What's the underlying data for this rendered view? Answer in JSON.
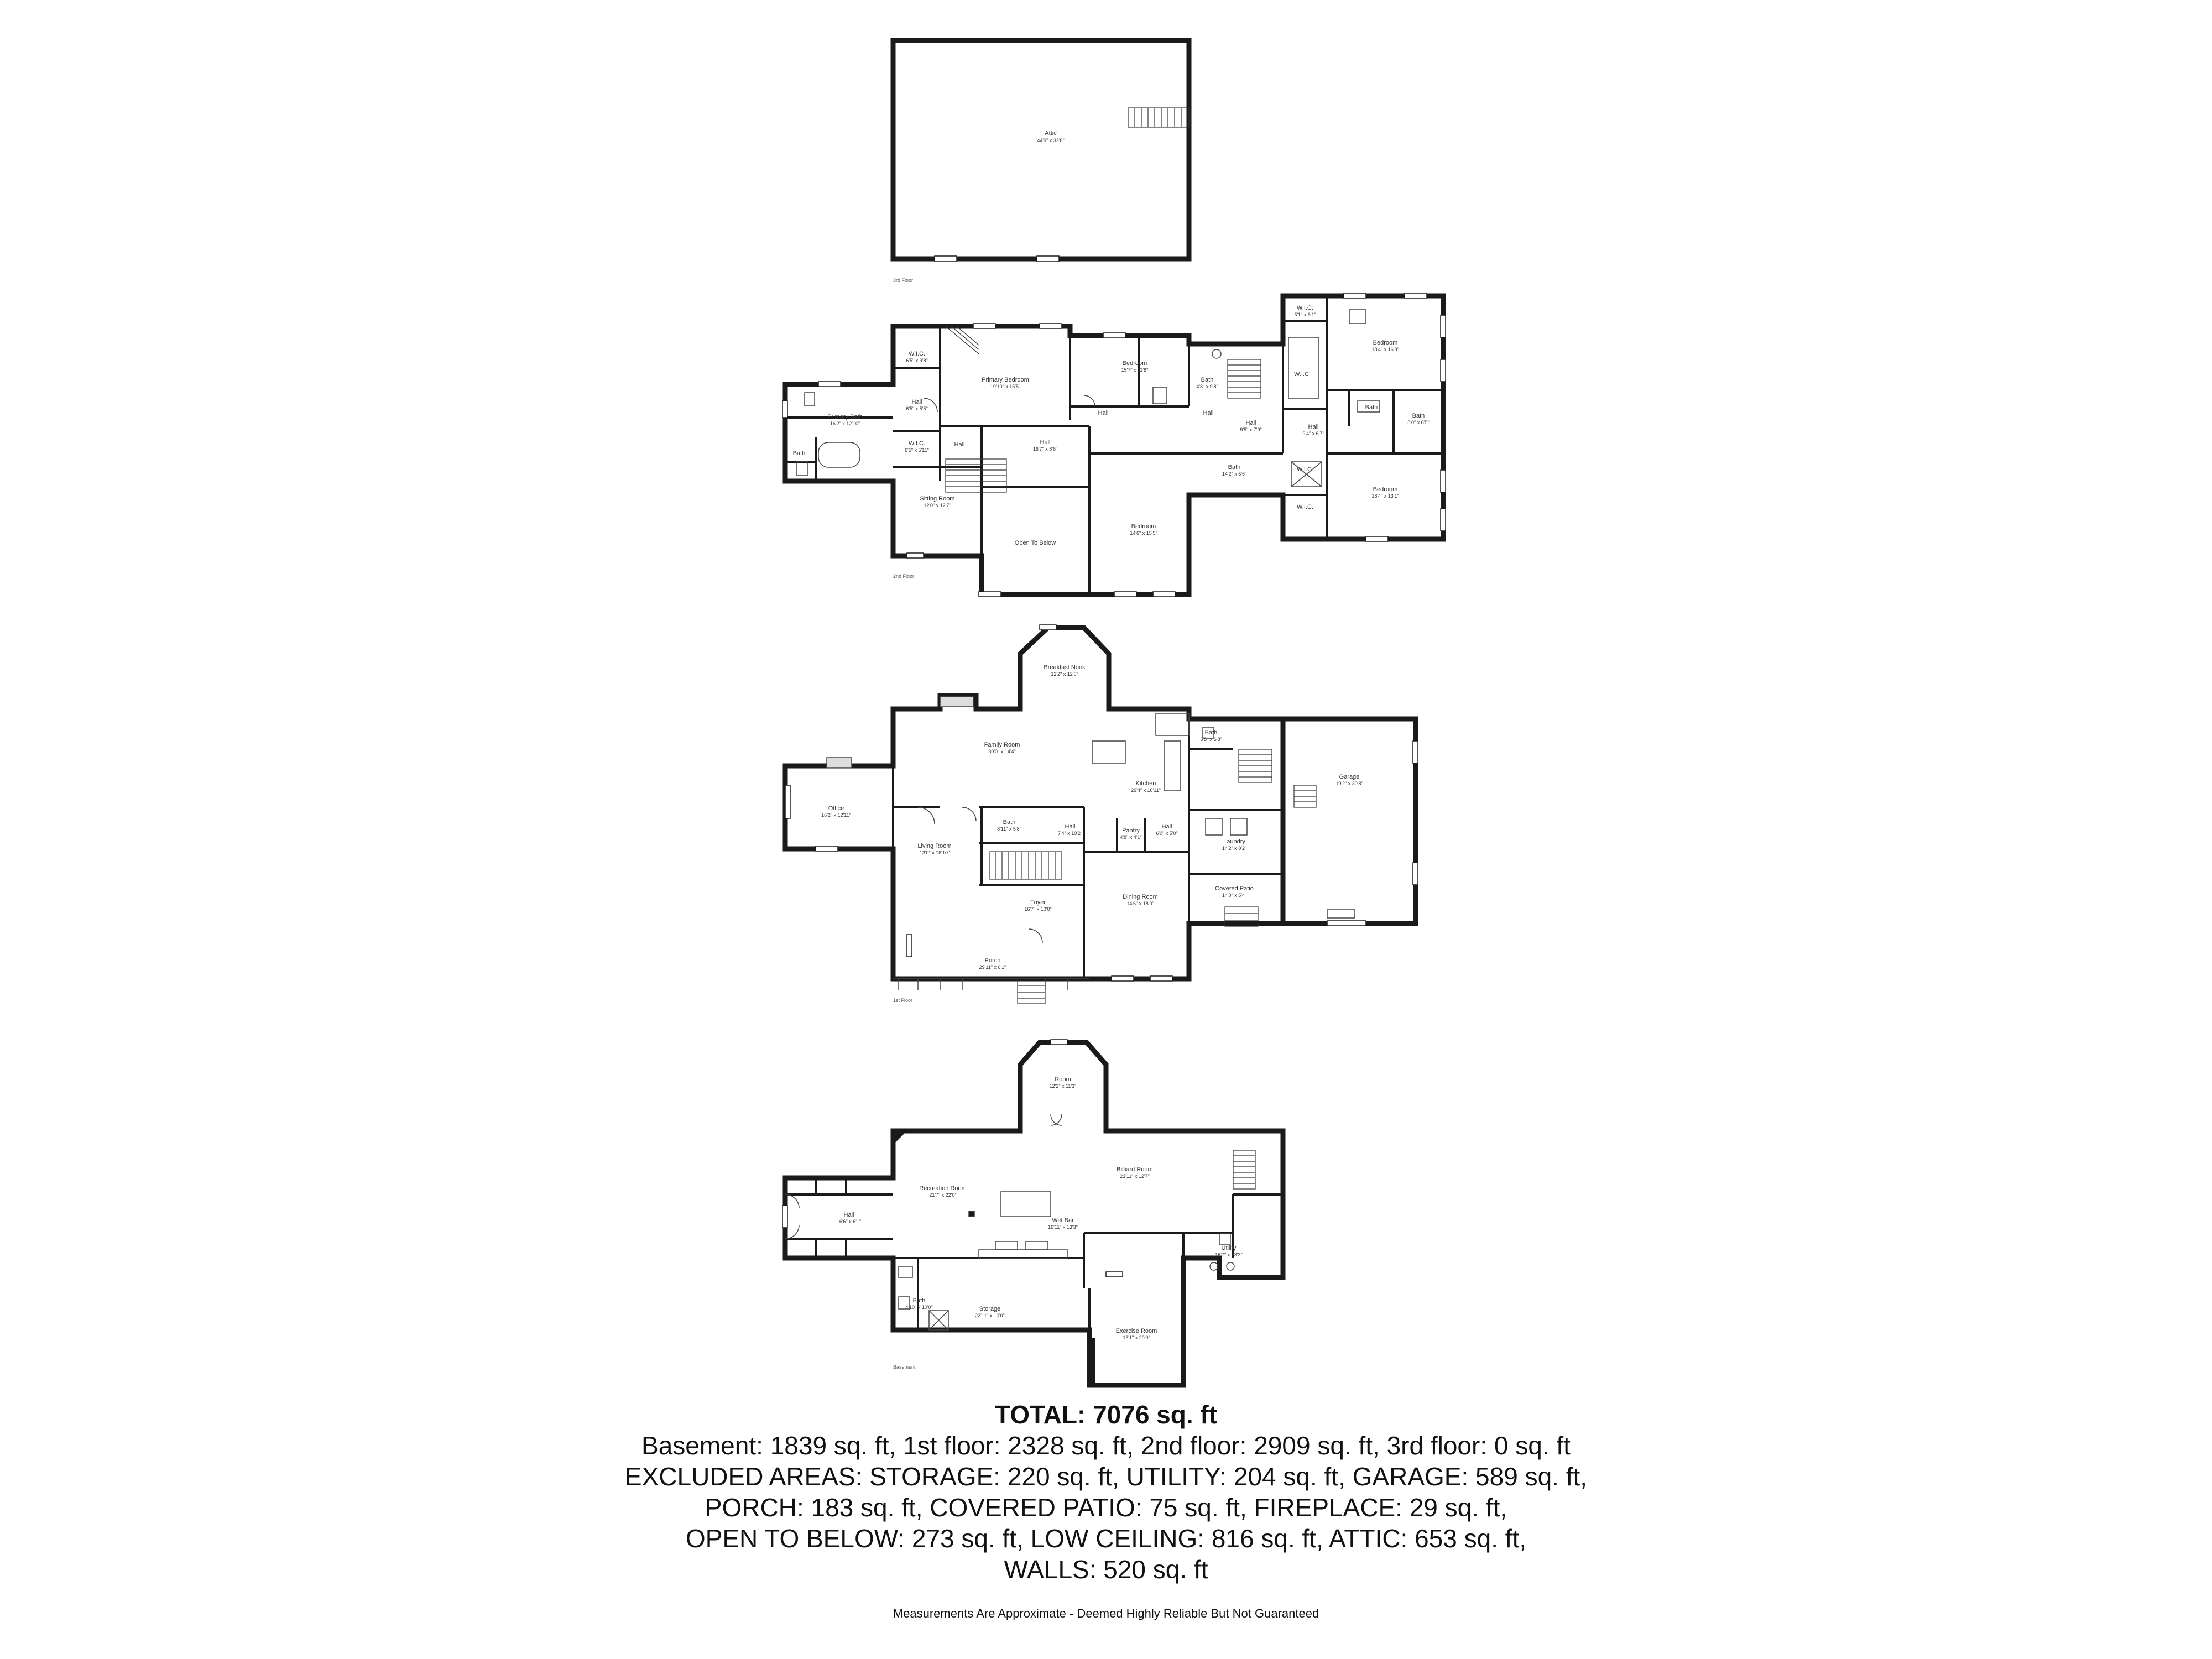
{
  "floors": {
    "attic": {
      "label": "3rd Floor",
      "rooms": {
        "attic": {
          "name": "Attic",
          "dim": "44'9\" x 32'8\""
        }
      }
    },
    "second": {
      "label": "2nd Floor",
      "rooms": {
        "primary_bath": {
          "name": "Primary Bath",
          "dim": "16'2\" x 12'10\""
        },
        "bath_sm": {
          "name": "Bath",
          "dim": ""
        },
        "wic_1": {
          "name": "W.I.C.",
          "dim": "6'5\" x 9'8\""
        },
        "hall_1": {
          "name": "Hall",
          "dim": "6'5\" x 5'5\""
        },
        "wic_2": {
          "name": "W.I.C.",
          "dim": "6'5\" x 5'11\""
        },
        "hall_2": {
          "name": "Hall",
          "dim": ""
        },
        "primary_bedroom": {
          "name": "Primary Bedroom",
          "dim": "19'10\" x 15'5\""
        },
        "sitting_room": {
          "name": "Sitting Room",
          "dim": "12'0\" x 12'7\""
        },
        "hall_3": {
          "name": "Hall",
          "dim": "16'7\" x 8'6\""
        },
        "open_below": {
          "name": "Open To Below",
          "dim": ""
        },
        "bedroom_1": {
          "name": "Bedroom",
          "dim": "15'7\" x 11'8\""
        },
        "bedroom_2": {
          "name": "Bedroom",
          "dim": "14'6\" x 15'5\""
        },
        "bath_1": {
          "name": "Bath",
          "dim": "4'8\" x 9'8\""
        },
        "hall_4": {
          "name": "Hall",
          "dim": ""
        },
        "hall_5": {
          "name": "Hall",
          "dim": ""
        },
        "hall_6": {
          "name": "Hall",
          "dim": "9'5\" x 7'9\""
        },
        "bath_2": {
          "name": "Bath",
          "dim": "14'2\" x 5'6\""
        },
        "wic_3": {
          "name": "W.I.C.",
          "dim": "5'1\" x 6'1\""
        },
        "wic_4": {
          "name": "W.I.C.",
          "dim": ""
        },
        "bedroom_3": {
          "name": "Bedroom",
          "dim": "18'4\" x 16'8\""
        },
        "bath_3": {
          "name": "Bath",
          "dim": ""
        },
        "bath_4": {
          "name": "Bath",
          "dim": "8'0\" x 8'5\""
        },
        "hall_7": {
          "name": "Hall",
          "dim": "9'4\" x 6'7\""
        },
        "wic_5": {
          "name": "W.I.C.",
          "dim": ""
        },
        "wic_6": {
          "name": "W.I.C.",
          "dim": ""
        },
        "bedroom_4": {
          "name": "Bedroom",
          "dim": "18'4\" x 13'1\""
        }
      }
    },
    "first": {
      "label": "1st Floor",
      "rooms": {
        "breakfast_nook": {
          "name": "Breakfast Nook",
          "dim": "12'2\" x 12'0\""
        },
        "family_room": {
          "name": "Family Room",
          "dim": "30'0\" x 14'4\""
        },
        "office": {
          "name": "Office",
          "dim": "16'2\" x 12'11\""
        },
        "kitchen": {
          "name": "Kitchen",
          "dim": "29'4\" x 16'11\""
        },
        "bath_1": {
          "name": "Bath",
          "dim": "6'8\" x 6'8\""
        },
        "bath_2": {
          "name": "Bath",
          "dim": "8'11\" x 5'8\""
        },
        "hall_1": {
          "name": "Hall",
          "dim": "7'4\" x 10'2\""
        },
        "pantry": {
          "name": "Pantry",
          "dim": "4'8\" x 4'1\""
        },
        "hall_2": {
          "name": "Hall",
          "dim": "6'0\" x 5'0\""
        },
        "garage": {
          "name": "Garage",
          "dim": "19'2\" x 30'8\""
        },
        "living_room": {
          "name": "Living Room",
          "dim": "13'0\" x 18'10\""
        },
        "laundry": {
          "name": "Laundry",
          "dim": "14'2\" x 8'2\""
        },
        "foyer": {
          "name": "Foyer",
          "dim": "16'7\" x 10'0\""
        },
        "dining_room": {
          "name": "Dining Room",
          "dim": "14'6\" x 18'0\""
        },
        "covered_patio": {
          "name": "Covered Patio",
          "dim": "14'0\" x 5'4\""
        },
        "porch": {
          "name": "Porch",
          "dim": "29'11\" x 6'1\""
        }
      }
    },
    "basement": {
      "label": "Basement",
      "rooms": {
        "room": {
          "name": "Room",
          "dim": "12'2\" x 11'3\""
        },
        "recreation_room": {
          "name": "Recreation Room",
          "dim": "21'7\" x 22'0\""
        },
        "billiard_room": {
          "name": "Billiard Room",
          "dim": "23'11\" x 12'7\""
        },
        "hall": {
          "name": "Hall",
          "dim": "16'6\" x 6'1\""
        },
        "wet_bar": {
          "name": "Wet Bar",
          "dim": "16'11\" x 13'3\""
        },
        "utility": {
          "name": "Utility",
          "dim": "16'7\" x 23'3\""
        },
        "bath": {
          "name": "Bath",
          "dim": "4'10\" x 10'0\""
        },
        "storage": {
          "name": "Storage",
          "dim": "22'11\" x 10'0\""
        },
        "exercise_room": {
          "name": "Exercise Room",
          "dim": "13'1\" x 20'0\""
        }
      }
    }
  },
  "summary": {
    "total": "TOTAL: 7076 sq. ft",
    "line1": "Basement: 1839 sq. ft, 1st floor: 2328 sq. ft, 2nd floor: 2909 sq. ft, 3rd floor: 0 sq. ft",
    "line2": "EXCLUDED AREAS: STORAGE: 220 sq. ft, UTILITY: 204 sq. ft, GARAGE: 589 sq. ft,",
    "line3": "PORCH: 183 sq. ft, COVERED PATIO: 75 sq. ft, FIREPLACE: 29 sq. ft,",
    "line4": "OPEN TO BELOW: 273 sq. ft, LOW CEILING: 816 sq. ft, ATTIC: 653 sq. ft,",
    "line5": "WALLS: 520 sq. ft"
  },
  "disclaimer": "Measurements Are Approximate - Deemed Highly Reliable But Not Guaranteed"
}
